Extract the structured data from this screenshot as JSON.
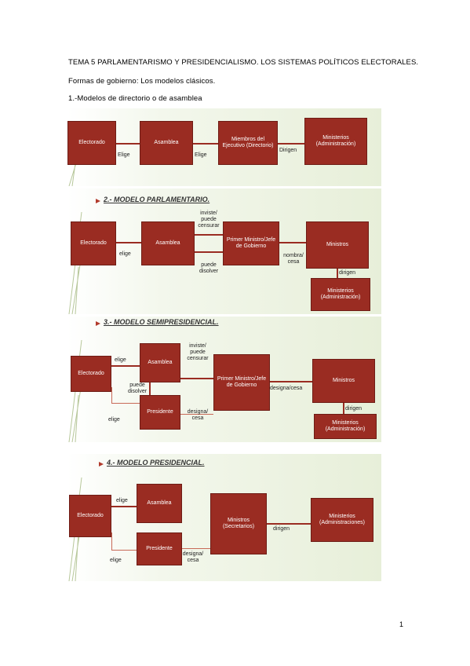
{
  "header": {
    "title": "TEMA 5 PARLAMENTARISMO Y PRESIDENCIALISMO. LOS SISTEMAS POLÍTICOS ELECTORALES.",
    "subtitle": "Formas de gobierno: Los modelos clásicos.",
    "section1": "1.-Modelos de directorio o de asamblea"
  },
  "diagram1": {
    "electorado": "Electorado",
    "asamblea": "Asamblea",
    "miembros": "Miembros del Ejecutivo (Directorio)",
    "ministerios": "Ministerios (Administración)",
    "elige1": "Elige",
    "elige2": "Elige",
    "dirigen": "Dirigen"
  },
  "diagram2": {
    "title": "2.- MODELO PARLAMENTARIO.",
    "electorado": "Electorado",
    "asamblea": "Asamblea",
    "primer": "Primer Ministro/Jefe de Gobierno",
    "ministros": "Ministros",
    "ministerios": "Ministerios (Administración)",
    "elige": "elige",
    "inviste": "inviste/ puede censurar",
    "disolver": "puede disolver",
    "nombra": "nombra/ cesa",
    "dirigen": "dirigen"
  },
  "diagram3": {
    "title": "3.- MODELO SEMIPRESIDENCIAL.",
    "electorado": "Electorado",
    "asamblea": "Asamblea",
    "presidente": "Presidente",
    "primer": "Primer Ministro/Jefe de Gobierno",
    "ministros": "Ministros",
    "ministerios": "Ministerios (Administración)",
    "elige1": "elige",
    "elige2": "elige",
    "inviste": "inviste/ puede censurar",
    "disolver": "puede disolver",
    "designa1": "designa/ cesa",
    "designa2": "designa/cesa",
    "dirigen": "dirigen"
  },
  "diagram4": {
    "title": "4.- MODELO PRESIDENCIAL.",
    "electorado": "Electorado",
    "asamblea": "Asamblea",
    "presidente": "Presidente",
    "ministros": "Ministros (Secretarios)",
    "ministerios": "Ministerios (Administraciones)",
    "elige1": "elige",
    "elige2": "elige",
    "designa": "designa/ cesa",
    "dirigen": "dirigen"
  },
  "footer": {
    "page": "1"
  }
}
